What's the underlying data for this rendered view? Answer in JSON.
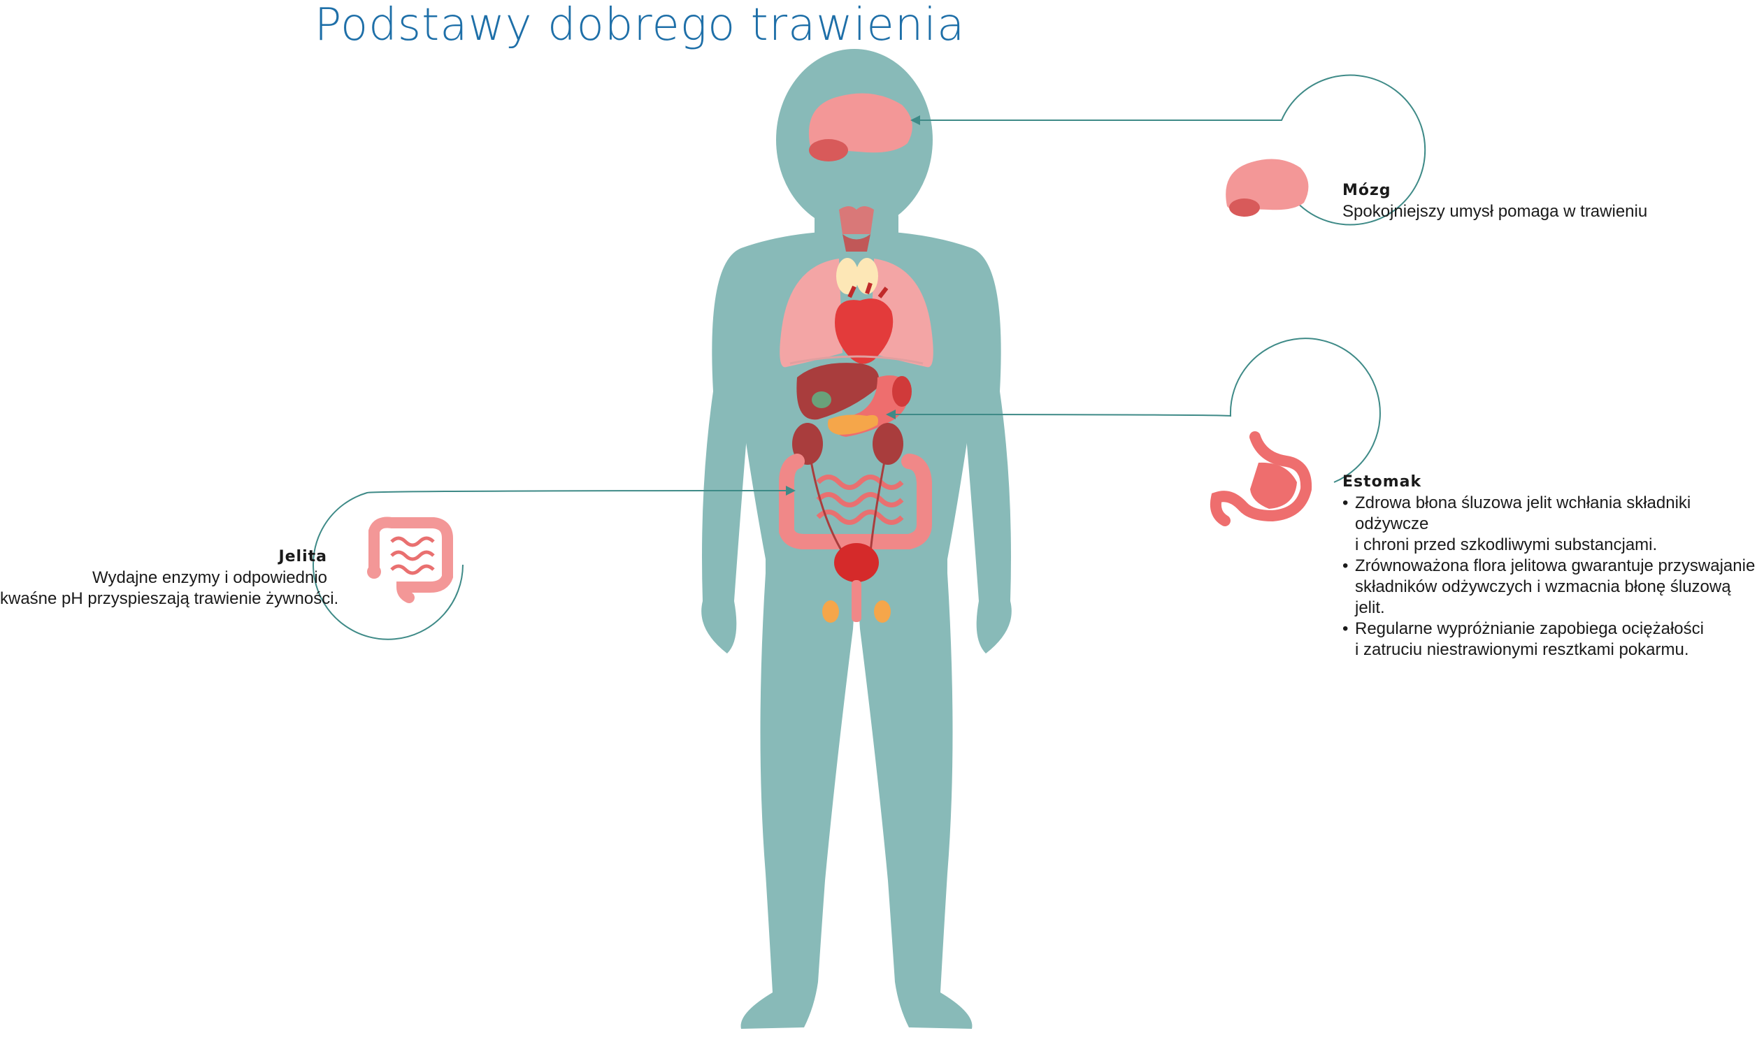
{
  "title": "Podstawy dobrego trawienia",
  "colors": {
    "title": "#1e6fa8",
    "body": "#88bab8",
    "brain": "#f39797",
    "organ_dark": "#b24444",
    "accent_line": "#3e8a87"
  },
  "callouts": {
    "brain": {
      "heading": "Mózg",
      "text": "Spokojniejszy umysł pomaga w trawieniu",
      "icon": "brain-icon"
    },
    "stomach": {
      "heading": "Estomak",
      "bullets": [
        "Zdrowa błona śluzowa jelit wchłania składniki odżywcze\ni chroni przed szkodliwymi substancjami.",
        "Zrównoważona flora jelitowa gwarantuje przyswajanie\nskładników odżywczych i wzmacnia błonę śluzową jelit.",
        "Regularne wypróżnianie zapobiega ociężałości\ni zatruciu niestrawionymi resztkami pokarmu."
      ],
      "icon": "stomach-icon"
    },
    "intestine": {
      "heading": "Jelita",
      "line1": "Wydajne enzymy i odpowiednio",
      "line2": "kwaśne pH przyspieszają trawienie żywności.",
      "icon": "intestine-icon"
    }
  }
}
